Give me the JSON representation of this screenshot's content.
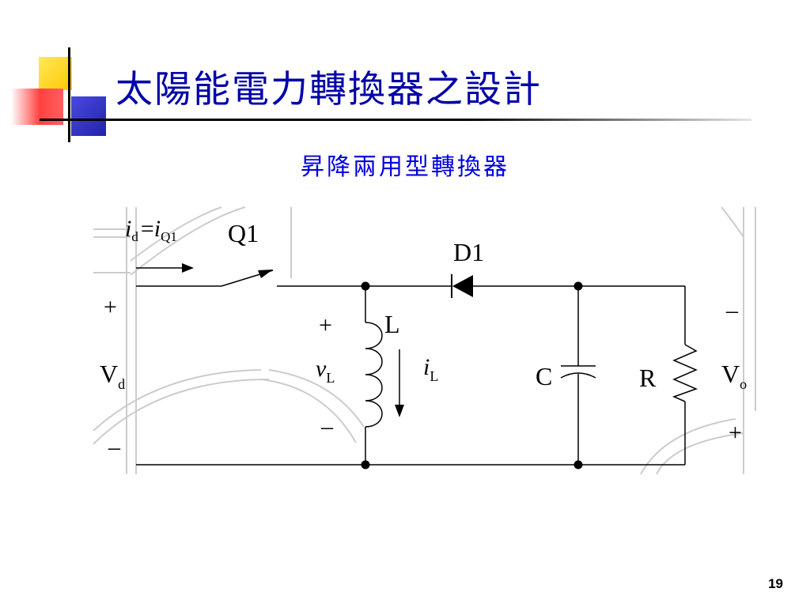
{
  "slide": {
    "title": "太陽能電力轉換器之設計",
    "subtitle": "昇降兩用型轉換器",
    "page_number": "19"
  },
  "circuit": {
    "id_main": "i",
    "id_sub": "d",
    "eq": "=",
    "iq_main": "i",
    "iq_sub": "Q1",
    "switch_label": "Q1",
    "diode_label": "D1",
    "inductor_label": "L",
    "capacitor_label": "C",
    "resistor_label": "R",
    "vd_main": "V",
    "vd_sub": "d",
    "vo_main": "V",
    "vo_sub": "o",
    "vl_main": "v",
    "vl_sub": "L",
    "il_main": "i",
    "il_sub": "L",
    "plus": "+",
    "minus": "–"
  },
  "colors": {
    "title": "#0000a8",
    "subtitle": "#0000e0",
    "yellow_square": "#ffd700",
    "red_square": "#ff4a4a",
    "blue_square": "#3333cc",
    "rule": "#000080"
  }
}
